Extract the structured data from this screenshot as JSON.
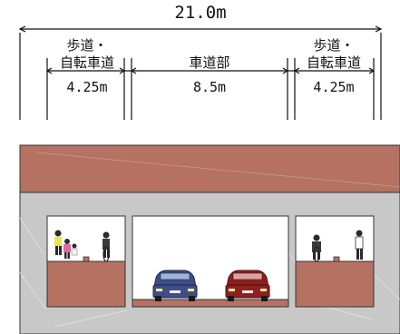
{
  "diagram": {
    "total_width": "21.0m",
    "sections": [
      {
        "title_top": "歩道・",
        "title_bottom": "自転車道",
        "width": "4.25m"
      },
      {
        "title_top": "",
        "title_bottom": "車道部",
        "width": "8.5m"
      },
      {
        "title_top": "歩道・",
        "title_bottom": "自転車道",
        "width": "4.25m"
      }
    ],
    "colors": {
      "deck": "#b57262",
      "concrete": "#c8c8c8",
      "floor": "#b57262",
      "lines": "#111111",
      "car_left": "#3d4f86",
      "car_right": "#8e2020"
    },
    "icons": [
      "pedestrian-family-icon",
      "cyclist-icon",
      "blue-car-icon",
      "red-car-icon",
      "cyclist-icon",
      "pedestrian-icon"
    ]
  }
}
